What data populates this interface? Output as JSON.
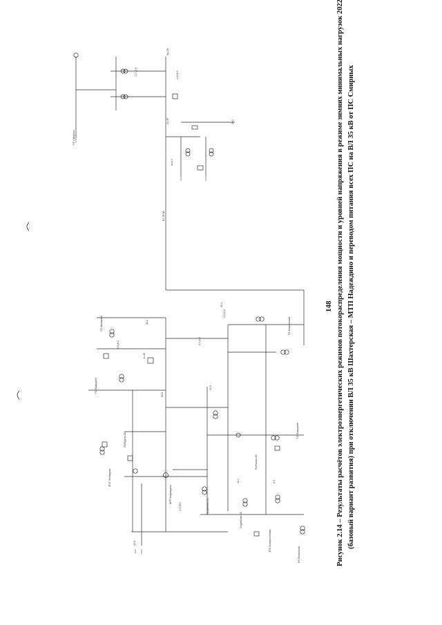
{
  "caption": {
    "line1": "Рисунок 2.14 – Результаты расчётов электроэнергетических режимов потокораспределения мощности и уровней напряжения в режиме зимних минимальных нагрузок 2022 года",
    "line2": "(базовый вариант развития) при отключении ВЛ 35 кВ Шахтерская – МТП Надеждино и переводом питания всех ПС на ВЛ 35 кВ от ПС Смирных"
  },
  "page_number": "148",
  "labels": {
    "smirnykh": "ПС Смирных",
    "shakhterskaya": "ПС Шахтерская",
    "nadezhdino": "МТП Надеждино",
    "leonidovo": "ЗПС Леонидово",
    "pobedino": "Победино-35",
    "ludvikovo": "Людвиково-35",
    "tikhmenevo": "Тихменево-35",
    "rybnovsk": "Рыбновск-35",
    "belinskaya": "ПС Белинская",
    "voskresenovka": "ЗПС Воскресеновка",
    "vakhrushev": "ПС Вахрушев",
    "makarevo": "ПС Макарово",
    "v_cx": "ВЛ 35 кВ",
    "bus_a": "6ш-ЛК",
    "bus_b": "2с-35",
    "bus_c": "1с-35",
    "bus_d": "6к-0,4",
    "flow1": "2,7-j0,9",
    "flow2": "1,6+j0,3",
    "flow3": "0,9-j0,2",
    "flow4": "3,1-j1,2",
    "flow5": "0,4+j0,1",
    "flow6": "2,2-j0,6",
    "u1": "36,2",
    "u2": "35,8",
    "u3": "34,9",
    "u4": "10,4",
    "u5": "6,3",
    "u6": "10,2",
    "u7": "35,1",
    "u8": "34,6"
  }
}
